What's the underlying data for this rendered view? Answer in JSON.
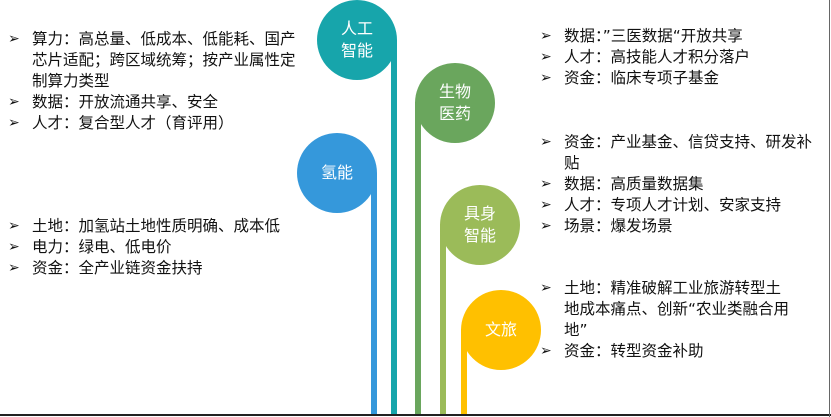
{
  "colors": {
    "ai": "#17A5AB",
    "bio": "#6AA65D",
    "hydrogen": "#3598DB",
    "embodied": "#9BBB59",
    "culture": "#FFC000"
  },
  "nodes": {
    "ai": "人工\n智能",
    "bio": "生物\n医药",
    "hydrogen": "氢能",
    "embodied": "具身\n智能",
    "culture": "文旅"
  },
  "ai_items": [
    "算力：高总量、低成本、低能耗、国产芯片适配；跨区域统筹；按产业属性定制算力类型",
    "数据：开放流通共享、安全",
    "人才：复合型人才（育评用）"
  ],
  "hydrogen_items": [
    "土地：加氢站土地性质明确、成本低",
    "电力：绿电、低电价",
    "资金：全产业链资金扶持"
  ],
  "bio_items": [
    "数据：”三医数据“开放共享",
    "人才：高技能人才积分落户",
    "资金：临床专项子基金"
  ],
  "embodied_items": [
    "资金：产业基金、信贷支持、研发补贴",
    "数据：高质量数据集",
    "人才：专项人才计划、安家支持",
    "场景：爆发场景"
  ],
  "culture_items": [
    "土地：精准破解工业旅游转型土地成本痛点、创新“农业类融合用地”",
    "资金：转型资金补助"
  ],
  "bullet": "➢"
}
